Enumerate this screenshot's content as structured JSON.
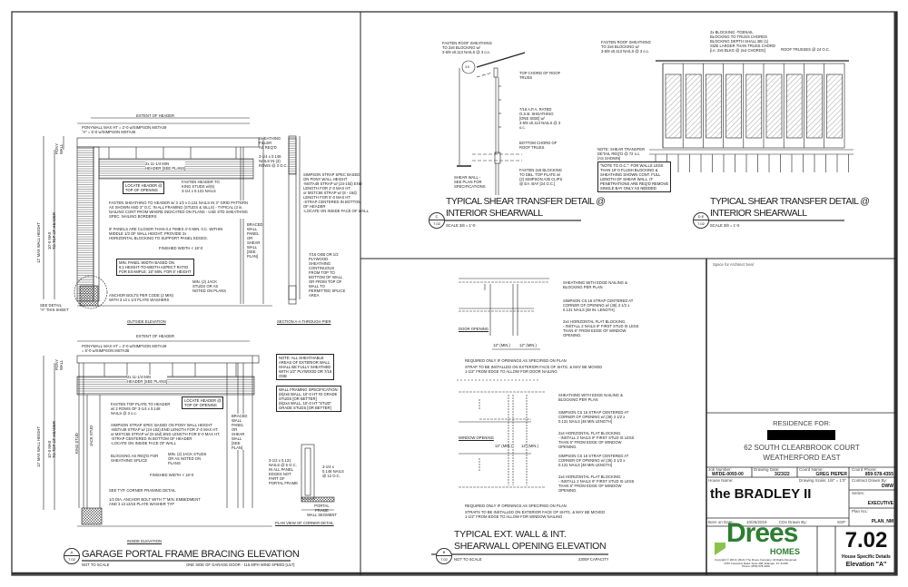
{
  "left": {
    "upper": {
      "extent_header": "EXTENT OF HEADER",
      "pony_note": "PONYWALL MAX HT = 2'-0 w/SIMPSON MSTA49\n\"A\" = 5'-0 w/SIMPSON MSTA36",
      "header": "2x 11-1/4 MIN\nHEADER [SEE PLANS]",
      "locate_header": "LOCATE HEADER @\nTOP OF OPENING",
      "fasten_header": "FASTEN HEADER TO\nKING STUDS w/(6)\n3-1/4 x 0.131 NAILS",
      "fasten_sheathing": "FASTEN SHEATHING TO HEADER w/ 3 1/2 x 0.131 NAILS IN 3\" GRID PATTERN\nAS SHOWN AND 3\" O.C. IN ALL FRAMING (STUDS & SILLS) - TYPICAL (3 in.\nNAILING CONT FROM WHERE INDICATED ON PLANS - USE STD SHEATHING\nSPEC. NAILING BORDERS",
      "panel_splice": "IF PANELS ARE CLOSER THAN 0.4 TIMES 4'-0 MIN. 0.C. WITHIN\nMIDDLE 1/3 OF WALL HEIGHT, PROVIDE 2x\nHORIZONTAL BLOCKING TO SUPPORT PANEL EDGES.",
      "finished_width": "FINISHED WIDTH < 18'-0",
      "min_panel": "MIN. PANEL WIDTH BASED ON\n6:1 HEIGHT-TO-WIDTH ASPECT RATIO\nFOR EXAMPLE: 16\" MIN. FOR 8' HEIGHT",
      "anchor": "ANCHOR BOLTS PER CODE (2 MIN)\nWITH 3 x3 x 1/4 PLATE WASHERS",
      "jack": "MIN. (2) JACK\nSTUDS OR AS\nNOTED ON PLANS",
      "braced": "BRACED\nWALL\nPANEL\nOR\nSHEAR\nWALL\n[SEE\nPLAN]",
      "see_detail": "SEE DETAIL\n\"A\" THIS SHEET",
      "pony_wall": "PONY\nWALL",
      "max_height": "12' MAX WALL HEIGHT",
      "to_header": "10'-0 MAX\nTO TOP OF HEADER",
      "caption": "OUTSIDE ELEVATION"
    },
    "section": {
      "sheathing_filler": "SHEATHING\nFILLER\nAS REQ'D",
      "nails": "3-1/4 x 0.148\nNAILS IN (3)\nROWS @ 3 O.C.",
      "strap": "SIMPSON STRAP SPEC BASED\nON PONY WALL HEIGHT\n-MSTA49 STRAP w/ (24-10d) END\nLENGTH FOR 2'-0 MAX HT.\nor MSTC66 STRAP w/ (8 - 16d)\nLENGTH FOR 5'-0 MAX HT.\n-STRAP CENTERED IN BOTTOM\nOF HEADER\n-LOCATE ON INSIDE FACE OF WALL",
      "osb": "7/16 OSB OR 1/2\nPLYWOOD\nSHEATHING\nCONTINUOUS\nFROM TOP TO\nBOTTOM OF WALL\nOR FROM TOP OF\nWALL TO\nPERMITTED SPLICE\nAREA",
      "caption": "SECTION A-A THROUGH PIER"
    },
    "lower": {
      "extent_header": "EXTENT OF HEADER",
      "pony_note": "PONYWALL MAX HT = 2'-0 w/SIMPSON MSTA49\n= 5'-0 w/SIMPSON MSTA36",
      "header": "2x 11-1/4 MIN\nHEADER [SEE PLANS]",
      "locate_header": "LOCATE HEADER @\nTOP OF OPENING",
      "fasten_top": "FASTEN TOP PLATE TO HEADER\nw/ 2 ROWS OF 3-1/4 x 0.148\nNAILS @ 3 o.c.",
      "strap": "SIMPSON STRAP SPEC BASED ON PONY WALL HEIGHT\n-MSTA49 STRAP w/ (24-10d) END LENGTH FOR 2'-0 MAX HT.\nor MSTC66 STRAP w/ (8-16d) END LENGTH FOR 5'-0 MAX HT.\n-STRAP CENTERED IN BOTTOM OF HEADER\n-LOCATE ON INSIDE FACE OF WALL",
      "blocking": "BLOCKING AS REQ'D FOR\nSHEATHING SPLICE",
      "jack": "MIN. (2) JACK STUDS\nOR AS NOTED ON\nPLANS",
      "finished_width": "FINISHED WIDTH < 18'-0",
      "corner": "SEE TYP. CORNER FRAMING DETAIL",
      "anchor": "1/2 DIA. ANCHOR BOLT WITH 7\" MIN. EMBEDMENT\nAND 3 x3 x3/16 PLATE WASHER TYP",
      "braced": "BRACED\nWALL\nPANEL\nOR\nSHEAR\nWALL\n[SEE\nPLAN]",
      "king": "KING STUD",
      "jack_stud": "JACK STUD",
      "pony_wall": "PONY\nWALL",
      "max_height": "12' MAX WALL HEIGHT",
      "to_header": "10'-0 MAX\nTO TOP OF HEADER",
      "caption": "INSIDE ELEVATION"
    },
    "note_sheathable": "NOTE: ALL SHEATHABLE\nAREAS OF EXTERIOR WALL\nSHALL BE FULLY SHEATHED\nWITH 1/2\" PLYWOOD OR 7/16\nOSB",
    "note_framing": "WALL FRAMING SPECIFICATION:\n(8)2x6 WALL, 10'-0 HT #2 GRADE\nSTUDS [OR BETTER]\n(8)2x4 WALL, 10'-0 HT \"STUD\"\nGRADE STUDS [OR BETTER]",
    "corner": {
      "nails_left": "3-1/2 x 0.131\nNAILS @ 6 O.C.\nIN ALL PANEL\nEDGES NOT\nPART OF\nPORTAL FRAME",
      "nails_right": "3-1/4 x\n0.148 NAILS\n@ 12 O.C.",
      "portal": "PORTAL\nFRAME\nWALL SEGMENT",
      "caption": "PLAN VIEW OF CORNER DETAIL"
    },
    "title": {
      "bubble_top": "A",
      "bubble_bottom": "7.02",
      "text": "GARAGE PORTAL FRAME BRACING ELEVATION",
      "scale": "NOT TO SCALE",
      "note": "ONE SIDE OF GARAGE DOOR - 115 MPH WIND SPEED [ULT]"
    }
  },
  "detail_c": {
    "fasten_roof": "FASTEN ROOF SHEATHING\nTO 2x6 BLOCKING w/\n3-5/8 x0.113 NAILS @ 3 o.c.",
    "bubble_ref": "3.5",
    "top_chord": "TOP CHORD OF ROOF\nTRUSS",
    "osb": "7/16 A.P.A. RATED\nO.S.B. SHEATHING\n[ONE SIDE] w/\n3-5/8 x0.113 NAILS @ 3\no.c.",
    "bottom_chord": "BOTTOM CHORD OF\nROOF TRUSS",
    "fasten_blocking": "FASTEN 2x6 BLOCKING\nTO DBL. TOP PLATE w/\n(2) SIMPSON A35 CLIPS\n@ EA. BAY [24 O.C.]",
    "shear_wall": "SHEAR WALL -\nSEE PLAN FOR\nSPECIFICATIONS",
    "title": "TYPICAL SHEAR TRANSFER DETAIL @\nINTERIOR SHEARWALL",
    "bubble_top": "C",
    "bubble_bottom": "7.02",
    "scale": "SCALE 3/8 = 1'-0"
  },
  "detail_d": {
    "fasten_roof": "FASTEN ROOF SHEATHING\nTO 2x6 BLOCKING w/\n3-5/8 x0.113 NAILS @ 3 o.c.",
    "blocking": "2x BLOCKING -TOENAIL\nBLOCKING TO TRUSS CHORDS\nBLOCKING DEPTH SHALL BE (1)\nSIZE LARGER THAN TRUSS CHORD\n[i.e. 2x6 BLKG @ 2x4 CHORDS]",
    "roof_trusses": "ROOF TRUSSES @ 24 O.C.",
    "note_transfer": "NOTE: SHEAR TRANSFER\nDETAIL REQ'D @ 72 o.c.\n[AS SHOWN]",
    "note_oc": "\"NOTE TO O.C.\": FOR WALLS LESS\nTHAN 10'-0 FLUSH BLOCKING &\nSHEATHING SHOWN CONT. FULL\nLENGTH OF SHEAR WALL. IF\nPENETRATIONS ARE REQ'D REMOVE\nSINGLE BAY ONLY AS NEEDED",
    "title": "TYPICAL SHEAR TRANSFER DETAIL @\nINTERIOR SHEARWALL",
    "bubble_top": "D.E",
    "bubble_bottom": "7.02",
    "scale": "SCALE 3/8 = 1'-0"
  },
  "detail_b": {
    "door": {
      "sheathing": "SHEATHING WITH EDGE NAILING &\nBLOCKING PER PLAN",
      "strap": "SIMPSON CS 16 STRAP CENTERED AT\nCORNER OF OPENING w/ (36) 3 1/2 x\n0.131 NAILS [48 IN. LENGTH]",
      "blocking": "2x4 HORIZONTAL FLAT BLOCKING.\n- INSTALL 2 NAILS IF FIRST STUD IS LESS\nTHAN 6\" FROM EDGE OF WINDOW\nOPENING.",
      "label": "DOOR OPENING",
      "dim1": "12\" (MIN.)",
      "dim2": "12\" (MIN.)",
      "bullet1": "REQUIRED ONLY IF OPENINGS AS SPECIFIED ON PLAN",
      "bullet2": "STRAP TO BE INSTALLED ON EXTERIOR FACE OF SHTG. & MAY BE MOVED\n1-1/2\" FROM EDGE TO ALLOW FOR DOOR NAILING"
    },
    "window": {
      "sheathing": "SHEATHING WITH EDGE NAILING &\nBLOCKING PER PLAN",
      "strap_top": "SIMPSON CS 16 STRAP CENTERED AT\nCORNER OF OPENING w/ (36) 3 1/2 x\n0.131 NAILS [48 MIN LENGTH]",
      "blocking_top": "2x4 HORIZONTAL FLAT BLOCKING.\n- INSTALL 2 NAILS IF FIRST STUD IS LESS\nTHAN 6\" FROM EDGE OF WINDOW\nOPENING.",
      "strap_bottom": "SIMPSON CS 16 STRAP CENTERED AT\nCORNER OF OPENING w/ (36) 3 1/2 x\n0.131 NAILS [48 MIN LENGTH]",
      "blocking_bottom": "2x4 HORIZONTAL FLAT BLOCKING.\n- INSTALL 2 NAILS IF FIRST STUD IS LESS\nTHAN 6\" FROM EDGE OF WINDOW\nOPENING.",
      "label": "WINDOW OPENING",
      "dim1": "12\" (MIN.)",
      "dim2": "12\" (MIN.)",
      "bullet1": "REQUIRED ONLY IF OPENINGS AS SPECIFIED ON PLAN",
      "bullet2": "STRAPS TO BE INSTALLED ON EXTERIOR FACE OF SHTG. & MAY BE MOVED\n1-1/2\" FROM EDGE TO ALLOW FOR WINDOW NAILING"
    },
    "title": "TYPICAL EXT. WALL & INT.\nSHEARWALL OPENING ELEVATION",
    "bubble_top": "B",
    "bubble_bottom": "7.02",
    "scale": "NOT TO SCALE",
    "capacity": "2300# CAPACITY"
  },
  "title_block": {
    "seal_space": "Space for Architect Seal",
    "residence_for": "RESIDENCE FOR:",
    "address_line1": "62 SOUTH CLEARBROOK COURT",
    "address_line2": "WEATHERFORD EAST",
    "job_number_label": "Job Number:",
    "job_number": "WFDE-0093-00",
    "drawing_date_label": "Drawing Date:",
    "drawing_date": "3/23/22",
    "coord_name_label": "Coord Name:",
    "coord_name": "GREG PIEPER",
    "coord_phone_label": "Coord Phone:",
    "coord_phone": "859-578-4355",
    "house_name_label": "House Name:",
    "drawing_scale_label": "Drawing Scale: 1/8\" = 1'0\"",
    "house_name": "the BRADLEY II",
    "contract_drawn_label": "Contract Drawn By:",
    "contract_drawn": "DWW",
    "series_label": "Series:",
    "series": "EXECUTIVE",
    "plan_no_label": "Plan No.:",
    "plan_no": "PLAN_NM",
    "born_on_label": "Born on Date:",
    "born_on": "10/25/2019",
    "cds_drawn_label": "CDs Drawn By:",
    "cds_drawn": "SSP",
    "logo_word": "Drees",
    "logo_sub": "HOMES",
    "copyright": "Copyright © 2019 | 2019 | The Drees Company. All Rights Reserved.\n2700 Crestview Road, Suite 400, Erlanger, KY 41018\nPhone: (859) 578-4200",
    "sheet_number": "7.02",
    "sheet_desc": "House Specific Details",
    "elevation": "Elevation \"A\"",
    "brand_green": "#2e7d32",
    "brand_lime": "#8bc34a"
  }
}
